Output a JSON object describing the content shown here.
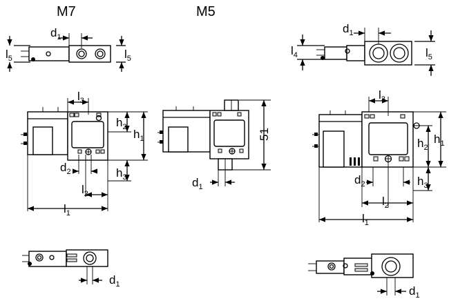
{
  "headings": {
    "m7": "M7",
    "m5": "M5"
  },
  "labels": {
    "d": "d",
    "l": "l",
    "h": "h",
    "sub1": "1",
    "sub2": "2",
    "sub3": "3",
    "sub4": "4",
    "sub5": "5",
    "dim_51": "51"
  }
}
